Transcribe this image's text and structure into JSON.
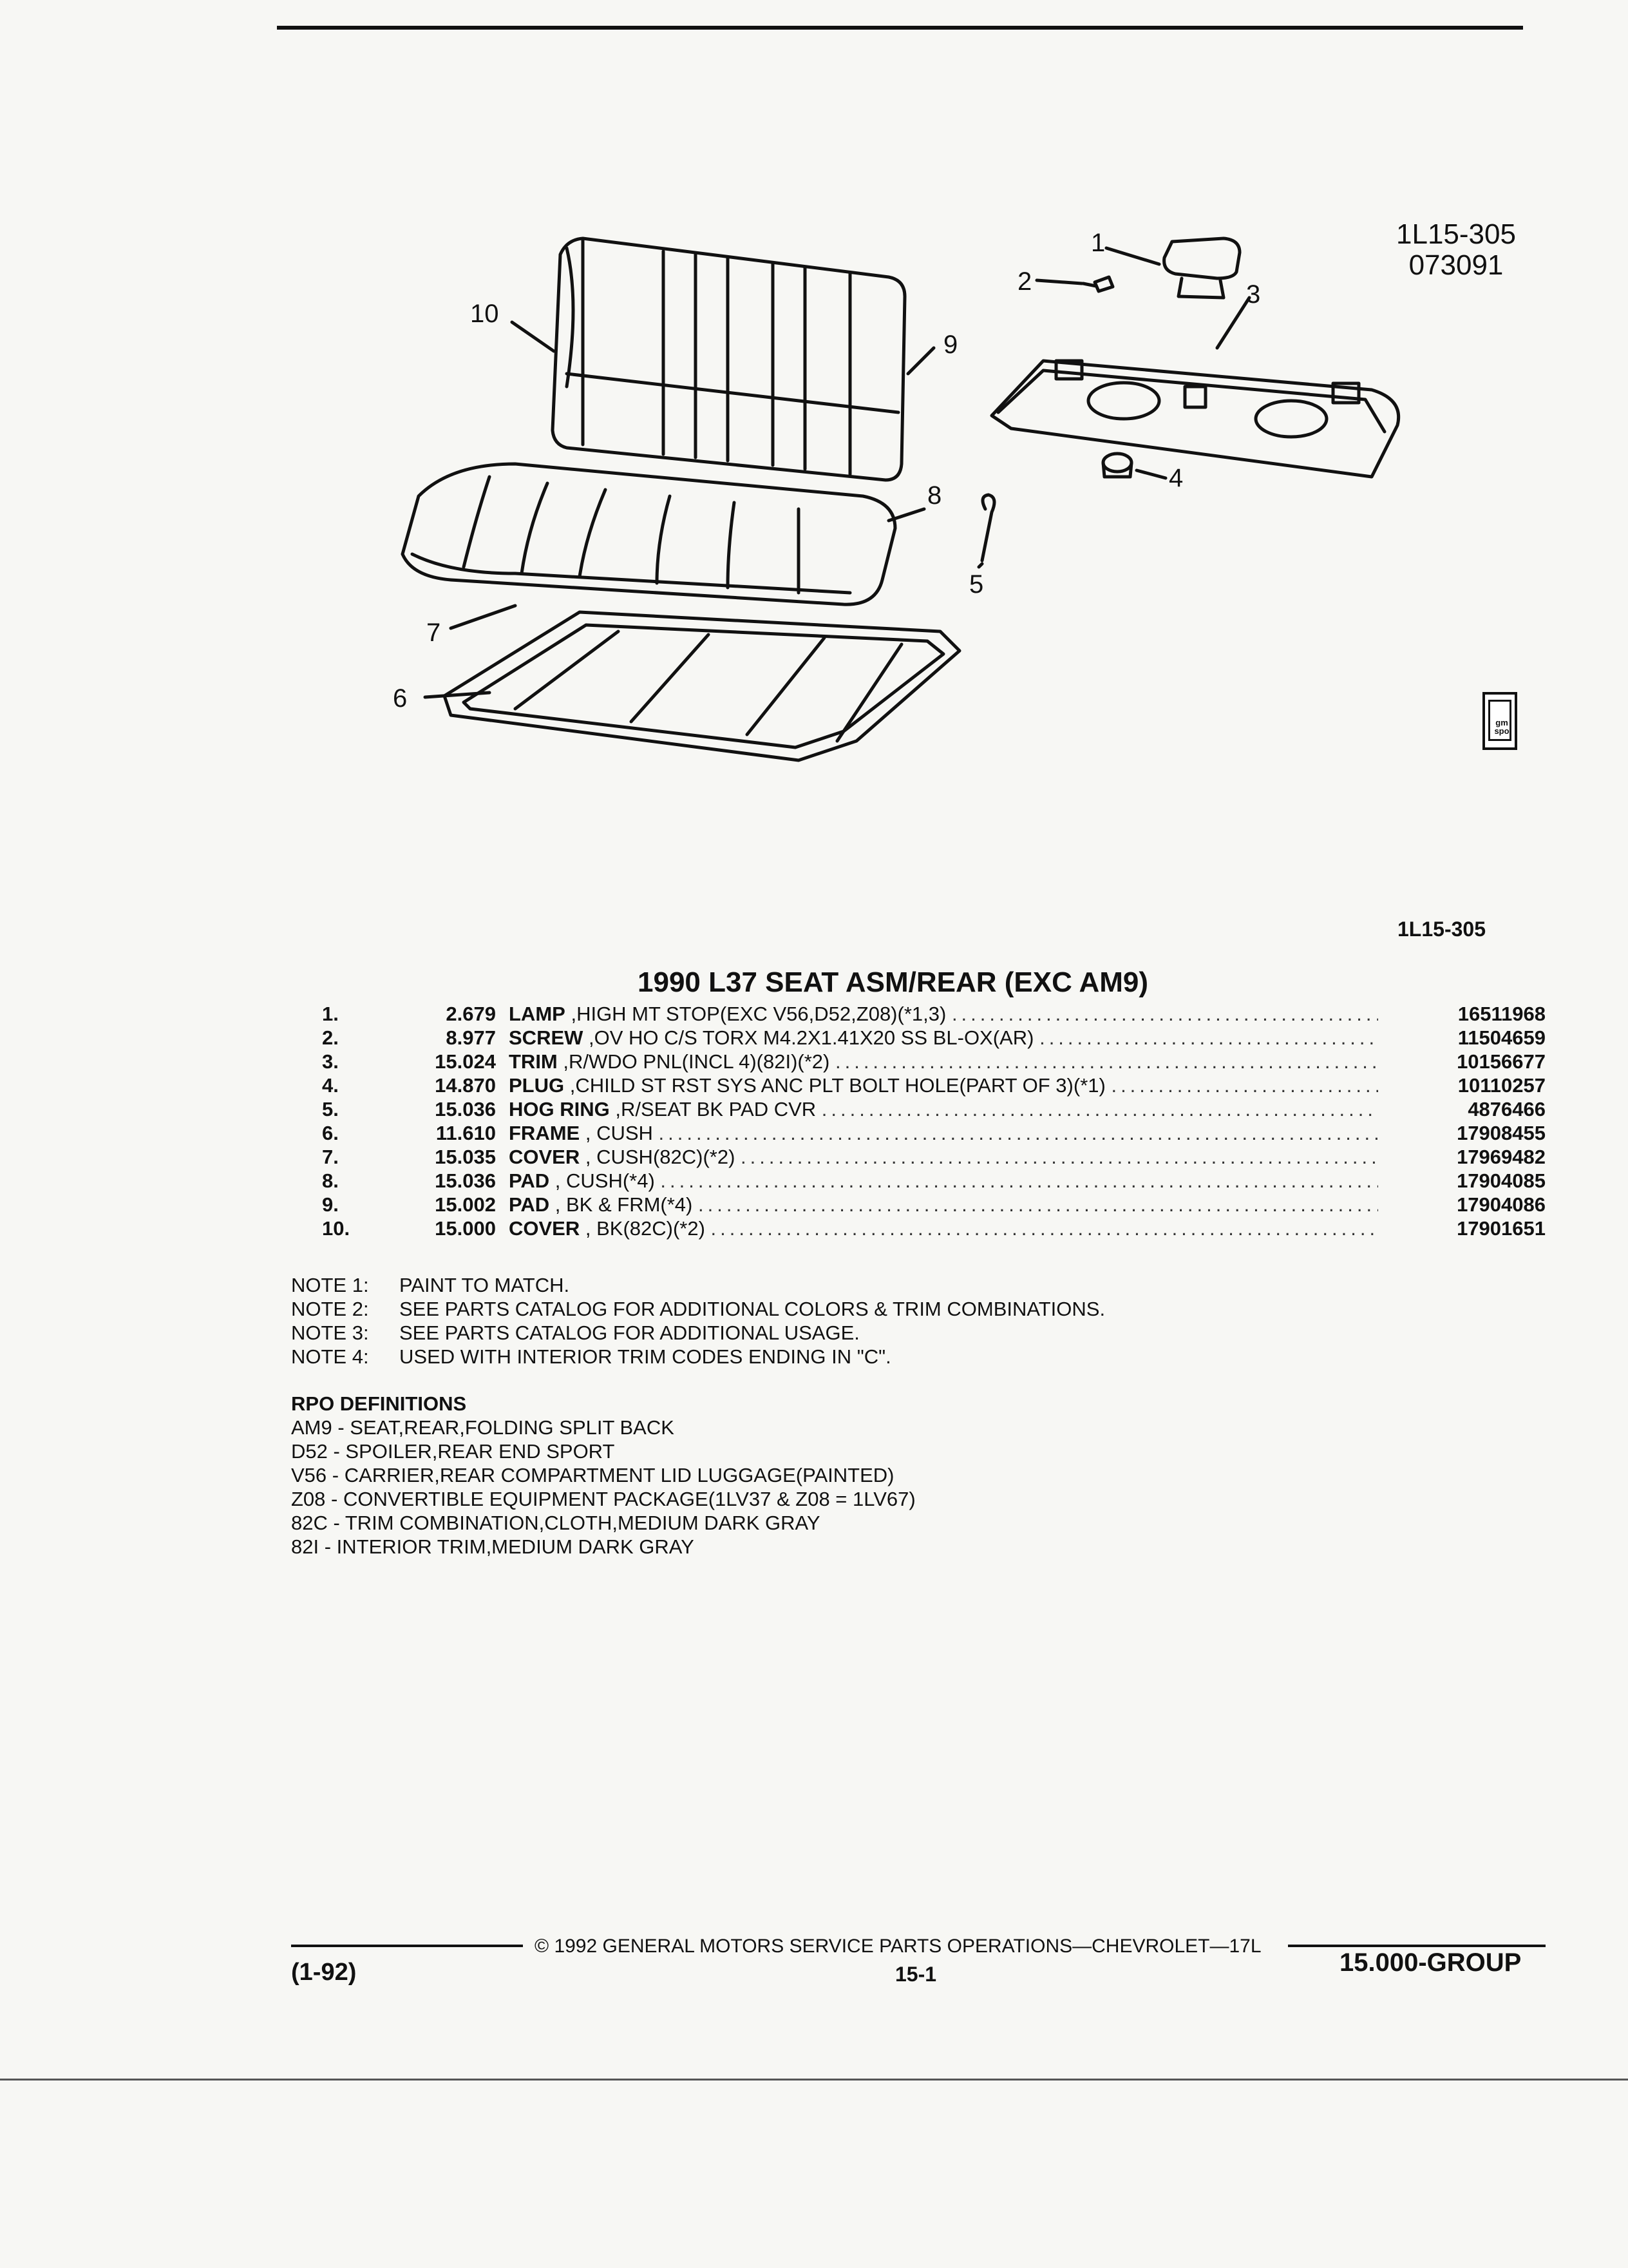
{
  "illustration": {
    "figure_id": "1L15-305",
    "figure_date": "073091",
    "callouts": [
      "1",
      "2",
      "3",
      "4",
      "5",
      "6",
      "7",
      "8",
      "9",
      "10"
    ]
  },
  "reference_code": "1L15-305",
  "title": "1990 L37 SEAT ASM/REAR (EXC AM9)",
  "parts": [
    {
      "no": "1.",
      "code": "2.679",
      "name": "LAMP",
      "detail": ",HIGH MT STOP(EXC V56,D52,Z08)(*1,3)",
      "part_number": "16511968"
    },
    {
      "no": "2.",
      "code": "8.977",
      "name": "SCREW",
      "detail": ",OV HO C/S TORX M4.2X1.41X20 SS BL-OX(AR)",
      "part_number": "11504659"
    },
    {
      "no": "3.",
      "code": "15.024",
      "name": "TRIM",
      "detail": ",R/WDO PNL(INCL 4)(82I)(*2)",
      "part_number": "10156677"
    },
    {
      "no": "4.",
      "code": "14.870",
      "name": "PLUG",
      "detail": ",CHILD ST RST SYS ANC PLT BOLT HOLE(PART OF 3)(*1)",
      "part_number": "10110257"
    },
    {
      "no": "5.",
      "code": "15.036",
      "name": "HOG RING",
      "detail": ",R/SEAT BK PAD CVR",
      "part_number": "4876466"
    },
    {
      "no": "6.",
      "code": "11.610",
      "name": "FRAME",
      "detail": ", CUSH",
      "part_number": "17908455"
    },
    {
      "no": "7.",
      "code": "15.035",
      "name": "COVER",
      "detail": ", CUSH(82C)(*2)",
      "part_number": "17969482"
    },
    {
      "no": "8.",
      "code": "15.036",
      "name": "PAD",
      "detail": ", CUSH(*4)",
      "part_number": "17904085"
    },
    {
      "no": "9.",
      "code": "15.002",
      "name": "PAD",
      "detail": ", BK & FRM(*4)",
      "part_number": "17904086"
    },
    {
      "no": "10.",
      "code": "15.000",
      "name": "COVER",
      "detail": ", BK(82C)(*2)",
      "part_number": "17901651"
    }
  ],
  "notes": [
    {
      "label": "NOTE  1:",
      "text": "PAINT TO MATCH."
    },
    {
      "label": "NOTE  2:",
      "text": "SEE PARTS CATALOG FOR ADDITIONAL COLORS & TRIM COMBINATIONS."
    },
    {
      "label": "NOTE  3:",
      "text": "SEE PARTS CATALOG FOR ADDITIONAL USAGE."
    },
    {
      "label": "NOTE  4:",
      "text": "USED WITH INTERIOR TRIM CODES ENDING IN \"C\"."
    }
  ],
  "rpo": {
    "heading": "RPO DEFINITIONS",
    "items": [
      "AM9 - SEAT,REAR,FOLDING SPLIT BACK",
      "D52 - SPOILER,REAR END SPORT",
      "V56 - CARRIER,REAR COMPARTMENT LID LUGGAGE(PAINTED)",
      "Z08 - CONVERTIBLE EQUIPMENT PACKAGE(1LV37 & Z08 = 1LV67)",
      "82C - TRIM COMBINATION,CLOTH,MEDIUM DARK GRAY",
      "82I - INTERIOR TRIM,MEDIUM DARK GRAY"
    ]
  },
  "footer": {
    "revision": "(1-92)",
    "copyright": "©  1992  GENERAL MOTORS SERVICE PARTS OPERATIONS—CHEVROLET—17L",
    "page": "15-1",
    "group": "15.000-GROUP"
  },
  "logo_text": "gm spo"
}
